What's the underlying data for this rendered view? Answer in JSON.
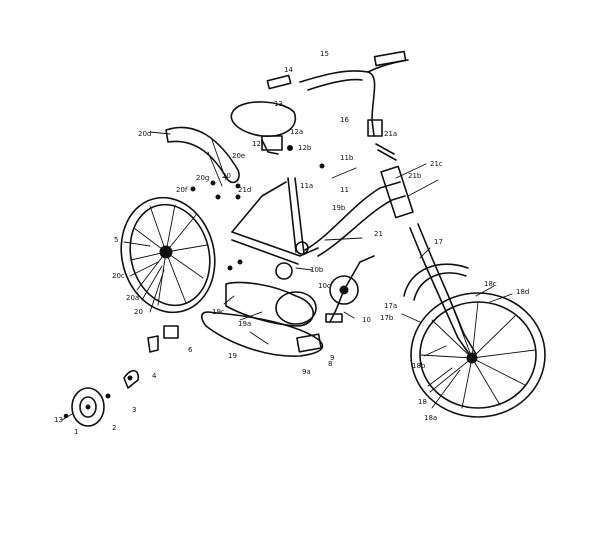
{
  "callouts": {
    "c1": "1",
    "c2": "2",
    "c3": "3",
    "c4": "4",
    "c5": "5",
    "c6": "6",
    "c8": "8",
    "c9": "9",
    "c9a": "9a",
    "c10": "10",
    "c10b": "10b",
    "c10c": "10c",
    "c11": "11",
    "c11a": "11a",
    "c11b": "11b",
    "c12": "12",
    "c12a": "12a",
    "c12b": "12b",
    "c13": "13",
    "c13b": "13",
    "c14": "14",
    "c15": "15",
    "c16": "16",
    "c17": "17",
    "c17a": "17a",
    "c17b": "17b",
    "c18": "18",
    "c18a": "18a",
    "c18b": "18b",
    "c18c": "18c",
    "c18d": "18d",
    "c19": "19",
    "c19a": "19a",
    "c19b": "19b",
    "c19c": "19c",
    "c20": "20",
    "c20a": "20a",
    "c20c": "20c",
    "c20d": "20d",
    "c20e": "20e",
    "c20f": "20f",
    "c20g": "20g",
    "c20h": "20",
    "c21": "21",
    "c21a": "21a",
    "c21b": "21b",
    "c21c": "21c",
    "c21d": "21d"
  }
}
